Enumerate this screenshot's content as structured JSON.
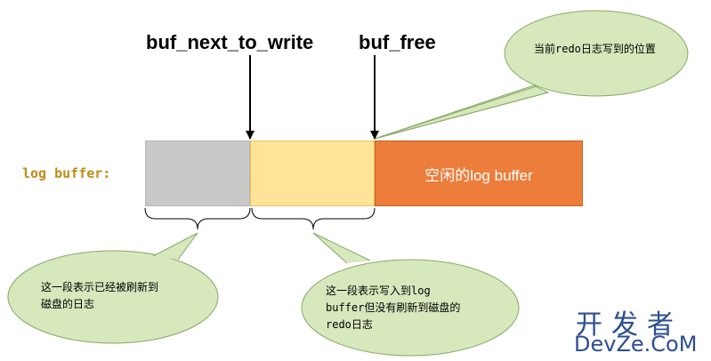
{
  "pointers": {
    "next_to_write": "buf_next_to_write",
    "free": "buf_free"
  },
  "buffer_label": "log buffer:",
  "segments": {
    "free_label": "空闲的log buffer"
  },
  "callouts": {
    "current_position": "当前redo日志写到的位置",
    "flushed_lines": [
      "这一段表示已经被刷新到",
      "磁盘的日志"
    ],
    "unflushed_lines": [
      "这一段表示写入到log",
      "buffer但没有刷新到磁盘的",
      "redo日志"
    ]
  },
  "watermark": {
    "line1": "开发者",
    "line2": "DevZe.CoM"
  },
  "colors": {
    "written": "#c9c9c9",
    "unflushed": "#ffe399",
    "free": "#ec7d3a",
    "bubble": "#d6e8bc",
    "watermark": "#2c4f8c",
    "buffer_label": "#c08a16"
  }
}
